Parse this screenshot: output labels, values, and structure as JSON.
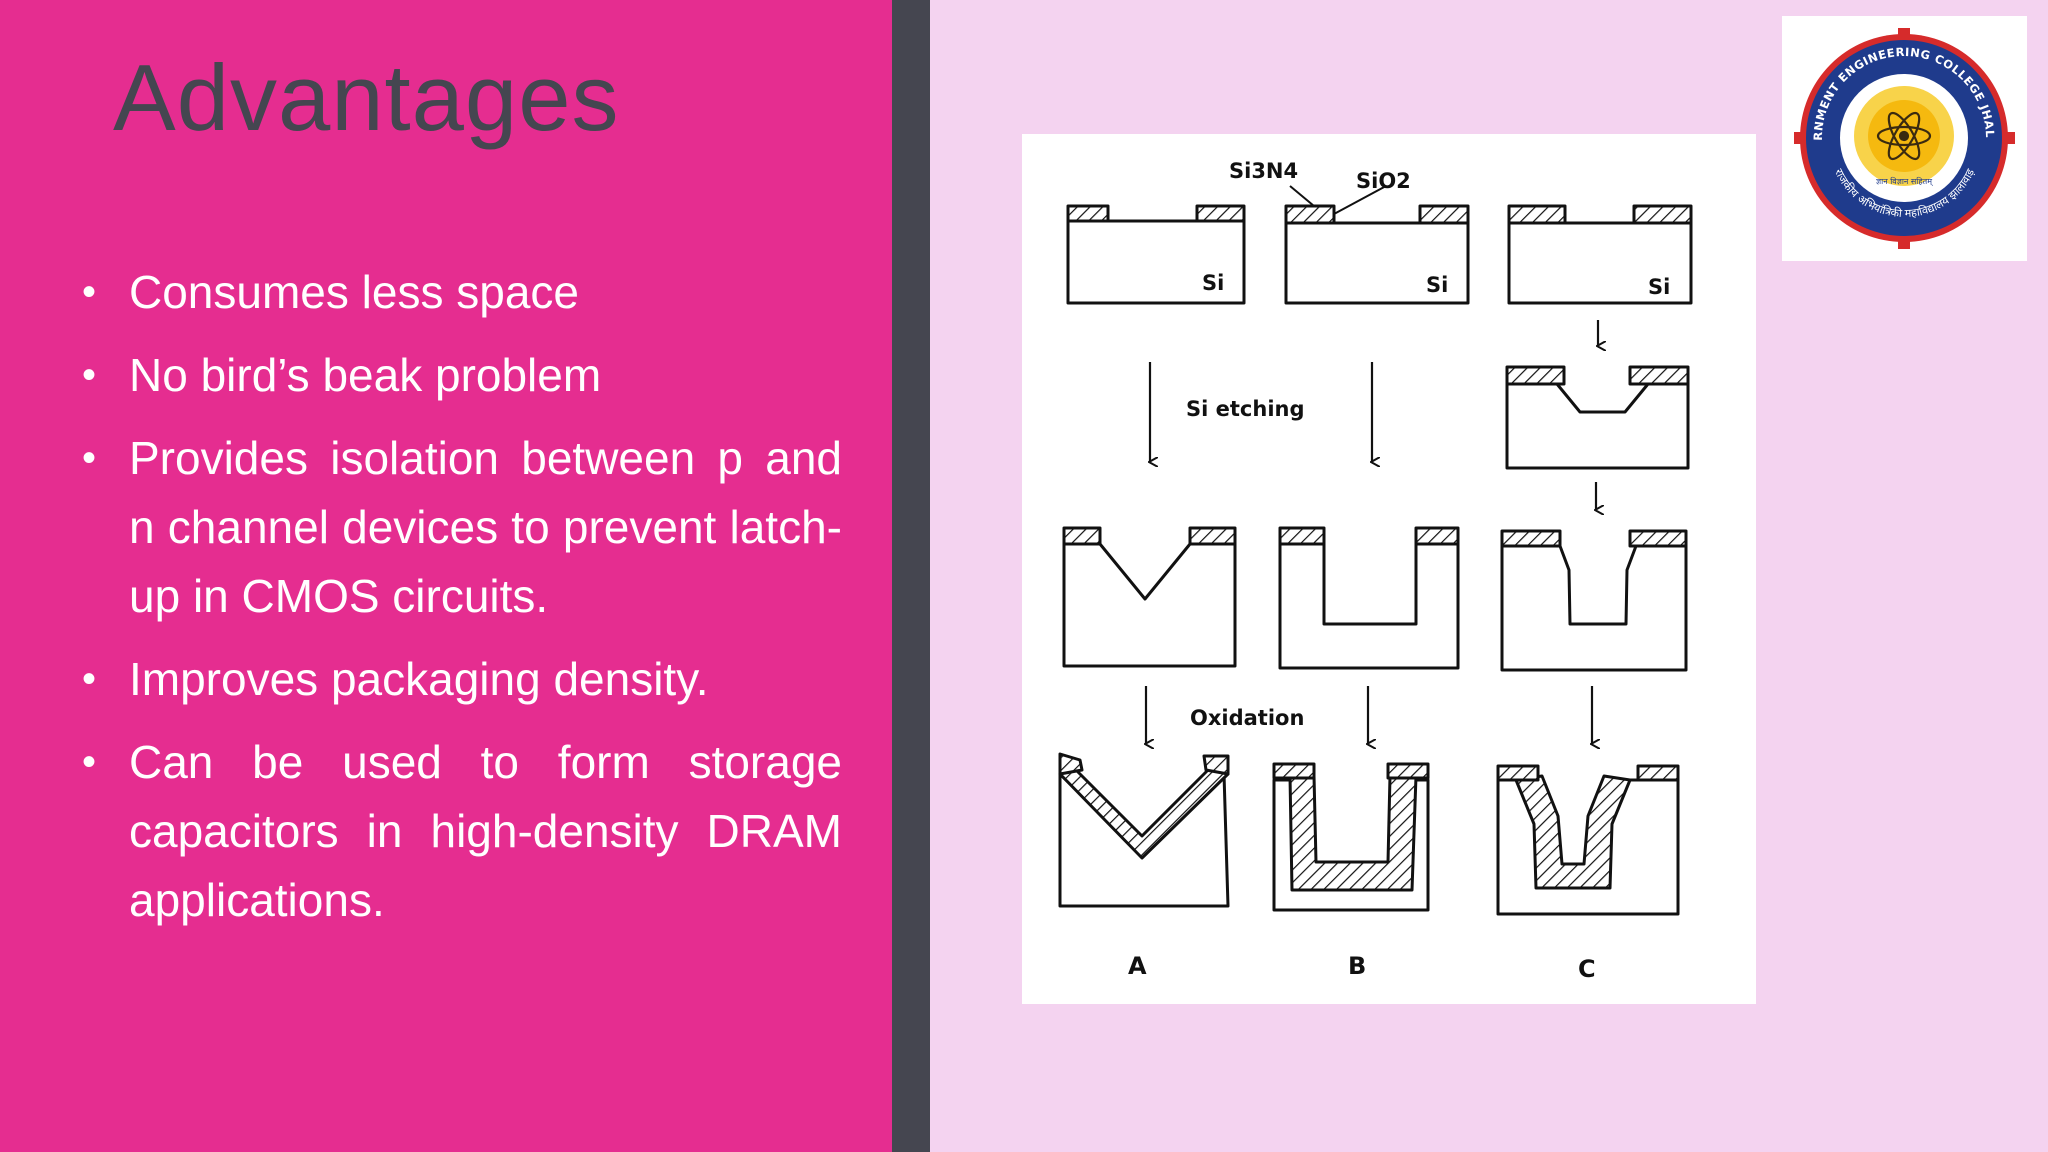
{
  "slide": {
    "title": "Advantages",
    "bullets": [
      "Consumes less space",
      "No bird’s beak problem",
      "Provides isolation between p and n channel devices to prevent latch-up in CMOS circuits.",
      "Improves packaging density.",
      "Can be used to form storage capacitors in high-density DRAM applications."
    ]
  },
  "figure": {
    "labels": {
      "si3n4": "Si3N4",
      "sio2": "SiO2",
      "si": "Si",
      "si_etching": "Si etching",
      "oxidation": "Oxidation",
      "col_a": "A",
      "col_b": "B",
      "col_c": "C"
    }
  },
  "logo": {
    "top_text": "GOVERNMENT ENGINEERING COLLEGE JHALAWAR",
    "bottom_text": "राजकीय अभियांत्रिकी महाविद्यालय झालावाड़",
    "motto": "ज्ञान विज्ञान सहितम्"
  },
  "colors": {
    "left_panel": "#e52d90",
    "divider": "#454650",
    "right_panel": "#f4d3f0",
    "title_text": "#454650",
    "bullet_text": "#ffffff"
  }
}
